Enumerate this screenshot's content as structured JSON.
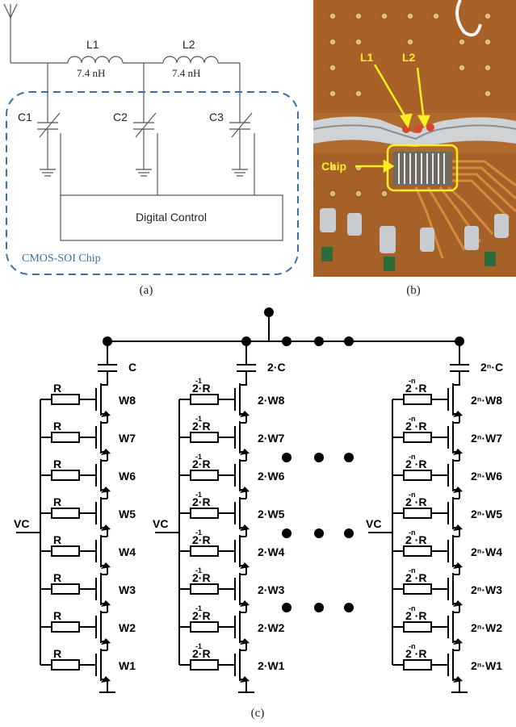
{
  "panel_a": {
    "caption": "(a)",
    "inductors": [
      {
        "name": "L1",
        "value": "7.4 nH"
      },
      {
        "name": "L2",
        "value": "7.4 nH"
      }
    ],
    "capacitors": [
      "C1",
      "C2",
      "C3"
    ],
    "control_block": "Digital Control",
    "chip_label": "CMOS-SOI Chip",
    "chip_color": "#3a6ea5"
  },
  "panel_b": {
    "caption": "(b)",
    "labels": [
      "L1",
      "L2",
      "Chip"
    ],
    "label_color": "#ffee22",
    "board_color": "#b06a2e"
  },
  "panel_c": {
    "caption": "(c)",
    "control_label": "VC",
    "columns": [
      {
        "cap": "C",
        "resistor": "R",
        "resistor_exp": "",
        "weights": [
          "W8",
          "W7",
          "W6",
          "W5",
          "W4",
          "W3",
          "W2",
          "W1"
        ]
      },
      {
        "cap": "2·C",
        "resistor": "2·R",
        "resistor_exp": "-1",
        "weights": [
          "2·W8",
          "2·W7",
          "2·W6",
          "2·W5",
          "2·W4",
          "2·W3",
          "2·W2",
          "2·W1"
        ]
      },
      {
        "cap": "2ⁿ·C",
        "resistor": "2 ·R",
        "resistor_exp": "-n",
        "weights": [
          "2ⁿ·W8",
          "2ⁿ·W7",
          "2ⁿ·W6",
          "2ⁿ·W5",
          "2ⁿ·W4",
          "2ⁿ·W3",
          "2ⁿ·W2",
          "2ⁿ·W1"
        ]
      }
    ]
  }
}
